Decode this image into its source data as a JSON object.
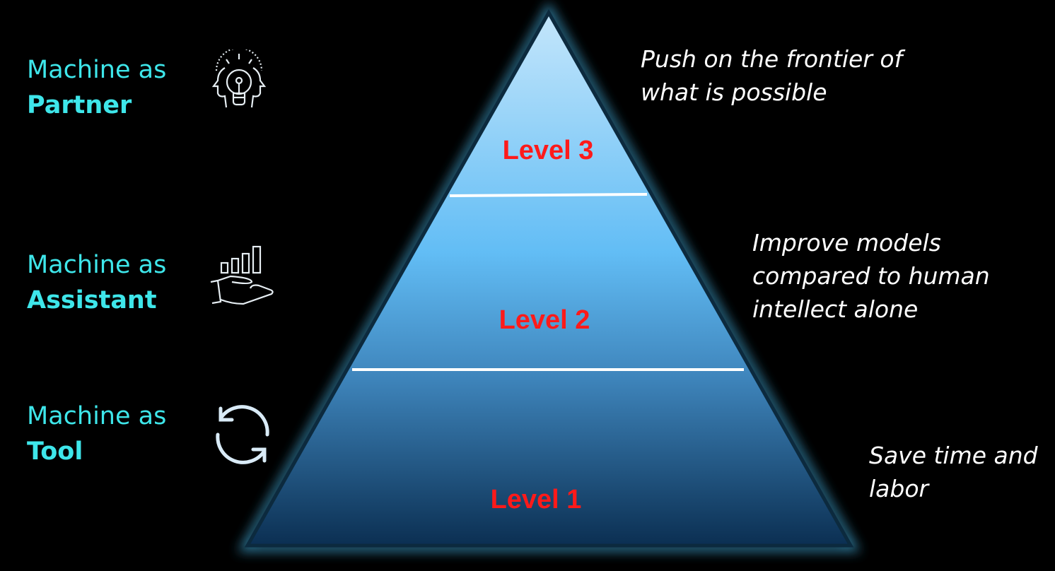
{
  "roles": [
    {
      "prefix": "Machine as",
      "role": "Partner",
      "icon": "lightbulb-heads-icon"
    },
    {
      "prefix": "Machine as",
      "role": "Assistant",
      "icon": "hand-bar-chart-icon"
    },
    {
      "prefix": "Machine as",
      "role": "Tool",
      "icon": "refresh-cycle-icon"
    }
  ],
  "levels": [
    {
      "label": "Level 3",
      "description": "Push on the frontier of what is possible",
      "lines": [
        "Push on the frontier of",
        "what is possible"
      ]
    },
    {
      "label": "Level 2",
      "description": "Improve models compared to human intellect alone",
      "lines": [
        "Improve models",
        "compared to human",
        "intellect alone"
      ]
    },
    {
      "label": "Level 1",
      "description": "Save time and labor",
      "lines": [
        "Save time and",
        "labor"
      ]
    }
  ],
  "colors": {
    "accent": "#3ee6ea",
    "level_text": "#ff1a1a",
    "pyramid_top": "#c4e6fb",
    "pyramid_mid": "#62bdf5",
    "pyramid_bottom": "#0b2f52"
  }
}
